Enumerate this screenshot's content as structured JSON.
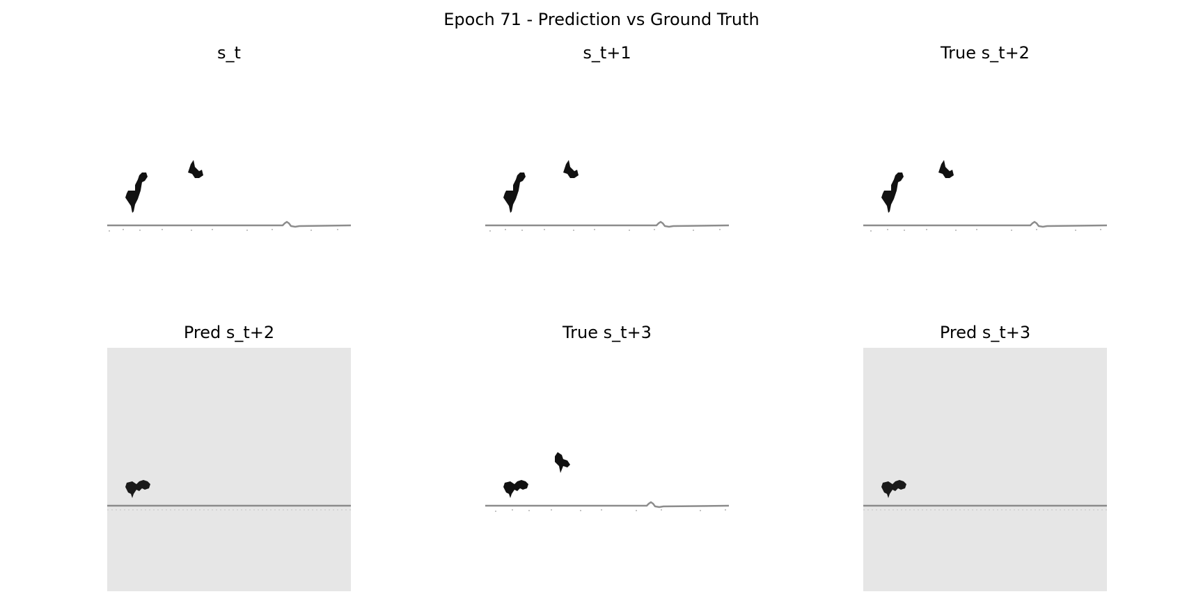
{
  "figure": {
    "title": "Epoch 71 - Prediction vs Ground Truth"
  },
  "colors": {
    "background_true": "#ffffff",
    "background_pred": "#e6e6e6",
    "ground_line": "#8c8c8c",
    "sprite": "#111111"
  },
  "panels": [
    {
      "title": "s_t",
      "kind": "ground_truth",
      "icons": [
        "dino-running-icon",
        "pterodactyl-icon",
        "ground-line-icon"
      ]
    },
    {
      "title": "s_t+1",
      "kind": "ground_truth",
      "icons": [
        "dino-running-icon",
        "pterodactyl-icon",
        "ground-line-icon"
      ]
    },
    {
      "title": "True s_t+2",
      "kind": "ground_truth",
      "icons": [
        "dino-running-icon",
        "pterodactyl-icon",
        "ground-line-icon"
      ]
    },
    {
      "title": "Pred s_t+2",
      "kind": "prediction",
      "icons": [
        "dino-ducking-icon",
        "ground-line-icon"
      ]
    },
    {
      "title": "True s_t+3",
      "kind": "ground_truth",
      "icons": [
        "dino-ducking-icon",
        "pterodactyl-icon",
        "ground-line-icon"
      ]
    },
    {
      "title": "Pred s_t+3",
      "kind": "prediction",
      "icons": [
        "dino-ducking-icon",
        "ground-line-icon"
      ]
    }
  ]
}
